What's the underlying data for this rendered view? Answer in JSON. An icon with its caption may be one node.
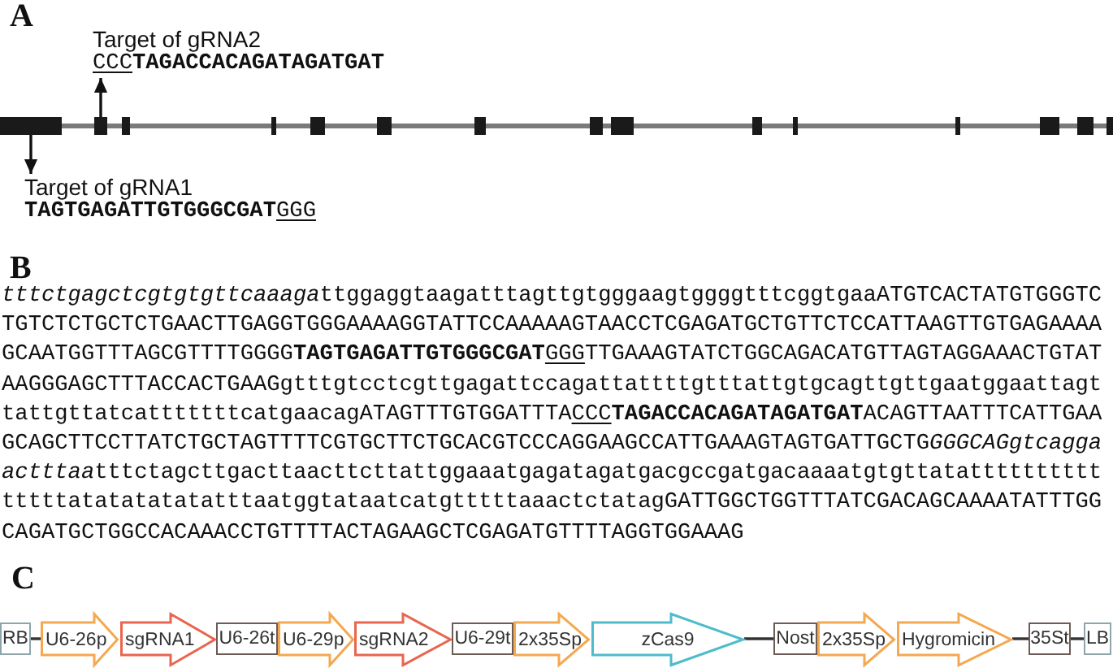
{
  "diagram": {
    "nodes": [
      {
        "text": [
          "Target of gRNA2",
          "CCC**TAGACCACAGATAGATGAT**"
        ]
      },
      {
        "text": [],
        "shape": "box"
      },
      {
        "text": [],
        "shape": "box"
      },
      {
        "text": [],
        "shape": "box"
      },
      {
        "text": [],
        "shape": "box"
      },
      {
        "text": [],
        "shape": "box"
      },
      {
        "text": [],
        "shape": "box"
      },
      {
        "text": [],
        "shape": "box"
      },
      {
        "text": [],
        "shape": "box"
      },
      {
        "text": [],
        "shape": "box"
      },
      {
        "text": [],
        "shape": "box"
      },
      {
        "text": [],
        "shape": "box"
      },
      {
        "text": [],
        "shape": "box"
      },
      {
        "text": [],
        "shape": "box"
      },
      {
        "text": [],
        "shape": "box"
      },
      {
        "text": [],
        "shape": "box"
      },
      {
        "text": [
          "Target of gRNA1",
          "**TAGTGAGATTGTGGGCGAT**GGG"
        ]
      },
      {
        "text": [
          "RB"
        ]
      },
      {
        "text": [
          "U6-26p"
        ]
      },
      {
        "text": [
          "sgRNA1"
        ]
      },
      {
        "text": [
          "U6-26t"
        ]
      },
      {
        "text": [
          "U6-29p"
        ]
      },
      {
        "text": [
          "sgRNA2"
        ]
      },
      {
        "text": [
          "U6-29t"
        ]
      },
      {
        "text": [
          "2x35Sp"
        ]
      },
      {
        "text": [
          "zCas9"
        ]
      },
      {
        "text": [
          "Nost"
        ]
      },
      {
        "text": [
          "2x35Sp"
        ]
      },
      {
        "text": [
          "Hygromicin"
        ]
      },
      {
        "text": [
          "35St"
        ]
      },
      {
        "text": [
          "LB"
        ]
      }
    ],
    "edges": [
      {
        "from": 2,
        "to": 0,
        "arrow": "to",
        "color": "#111111"
      },
      {
        "from": 1,
        "to": 16,
        "arrow": "to",
        "color": "#111111"
      },
      {
        "from": 1,
        "to": 2,
        "arrow": "none"
      },
      {
        "from": 2,
        "to": 3,
        "arrow": "none"
      },
      {
        "from": 3,
        "to": 4,
        "arrow": "none"
      },
      {
        "from": 4,
        "to": 5,
        "arrow": "none"
      },
      {
        "from": 5,
        "to": 6,
        "arrow": "none"
      },
      {
        "from": 6,
        "to": 7,
        "arrow": "none"
      },
      {
        "from": 7,
        "to": 8,
        "arrow": "none"
      },
      {
        "from": 8,
        "to": 9,
        "arrow": "none"
      },
      {
        "from": 9,
        "to": 10,
        "arrow": "none"
      },
      {
        "from": 10,
        "to": 11,
        "arrow": "none"
      },
      {
        "from": 11,
        "to": 12,
        "arrow": "none"
      },
      {
        "from": 12,
        "to": 13,
        "arrow": "none"
      },
      {
        "from": 13,
        "to": 14,
        "arrow": "none"
      },
      {
        "from": 14,
        "to": 15,
        "arrow": "none"
      },
      {
        "from": 17,
        "to": 18,
        "arrow": "none",
        "color": "#333333"
      },
      {
        "from": 25,
        "to": 26,
        "arrow": "none",
        "color": "#333333"
      },
      {
        "from": 28,
        "to": 29,
        "arrow": "none",
        "color": "#333333"
      },
      {
        "from": 29,
        "to": 30,
        "arrow": "none",
        "color": "#333333"
      }
    ],
    "labels": [
      "A",
      "B",
      "tttctgagctcgtgtgttcaaagattggaggtaagatttagttgtgggaagtggggtttcggtgaaATGTCACTATGTGGGTCTGTCTCTGCTCTGAACTTGAGGTGGGAAAAGGTATTCCAAAAAGTAACCTCGAGATGCTGTTCTCCATTAAGTTGTGAGAAAAGCAATGGTTTAGCGTTTTGGGG**TAGTGAGATTGTGGGCGAT**GGGTTGAAAGTATCTGGCAGACATGTTAGTAGGAAACTGTATAAGGGAGCTTTACCACTGAAGgtttgtcctcgttgagattccagattattttgtttattgtgcagttgttgaatggaattagttattgttatcatttttttcatgaacagATAGTTTGTGGATTTACCC**TAGACCACAGATAGATGAT**ACAGTTAATTTCATTGAAGCAGCTTCCTTATCTGCTAGTTTTCGTGCTTCTGCACGTCCCAGGAAGCCATTGAAAGTAGTGATTGCTGGGGCAGgtcaggaactttaatttctagcttgacttaacttcttattggaaatgagatagatgacgccgatgacaaaatgtgttatatttttttttttttttatatatatatatttaatggtataatcatgtttttaaactctatagGATTGGCTGGTTTATCGACAGCAAAATATTTGGCAGATGCTGGCCACAAACCTGTTTTACTAGAAGCTCGAGATGTTTTAGGTGGAAAG",
      "C"
    ]
  }
}
